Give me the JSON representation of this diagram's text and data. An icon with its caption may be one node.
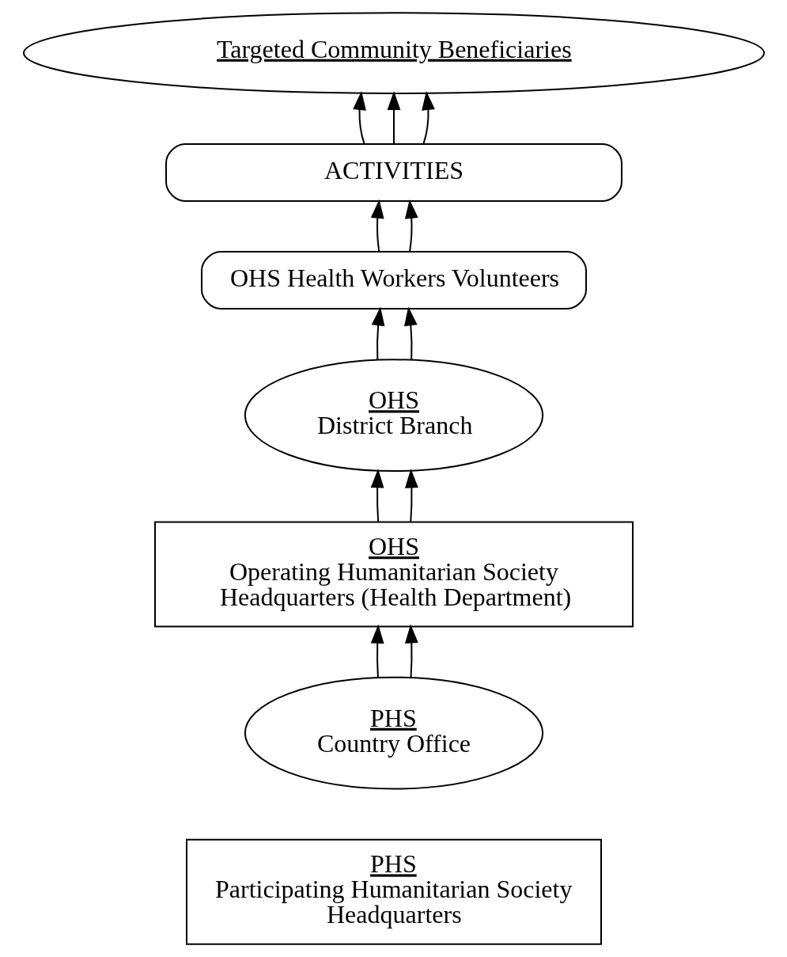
{
  "diagram": {
    "nodes": [
      {
        "text": [
          "Targeted Community Beneficiaries"
        ]
      },
      {
        "text": [
          "ACTIVITIES"
        ]
      },
      {
        "text": [
          "OHS Health Workers Volunteers"
        ]
      },
      {
        "text": [
          "OHS",
          "District Branch"
        ]
      },
      {
        "text": [
          "OHS",
          "Operating Humanitarian Society Headquarters (Health Department)"
        ]
      },
      {
        "text": [
          "PHS",
          "Country Office"
        ]
      },
      {
        "text": [
          "PHS",
          "Participating Humanitarian Society Headquarters"
        ]
      }
    ],
    "edges": [
      {
        "from": 1,
        "to": 0,
        "arrow": "to"
      },
      {
        "from": 1,
        "to": 0,
        "arrow": "to"
      },
      {
        "from": 1,
        "to": 0,
        "arrow": "to"
      },
      {
        "from": 2,
        "to": 1,
        "arrow": "to"
      },
      {
        "from": 2,
        "to": 1,
        "arrow": "to"
      },
      {
        "from": 3,
        "to": 2,
        "arrow": "to"
      },
      {
        "from": 3,
        "to": 2,
        "arrow": "to"
      },
      {
        "from": 4,
        "to": 3,
        "arrow": "to"
      },
      {
        "from": 4,
        "to": 3,
        "arrow": "to"
      },
      {
        "from": 5,
        "to": 4,
        "arrow": "to"
      },
      {
        "from": 5,
        "to": 4,
        "arrow": "to"
      }
    ]
  }
}
